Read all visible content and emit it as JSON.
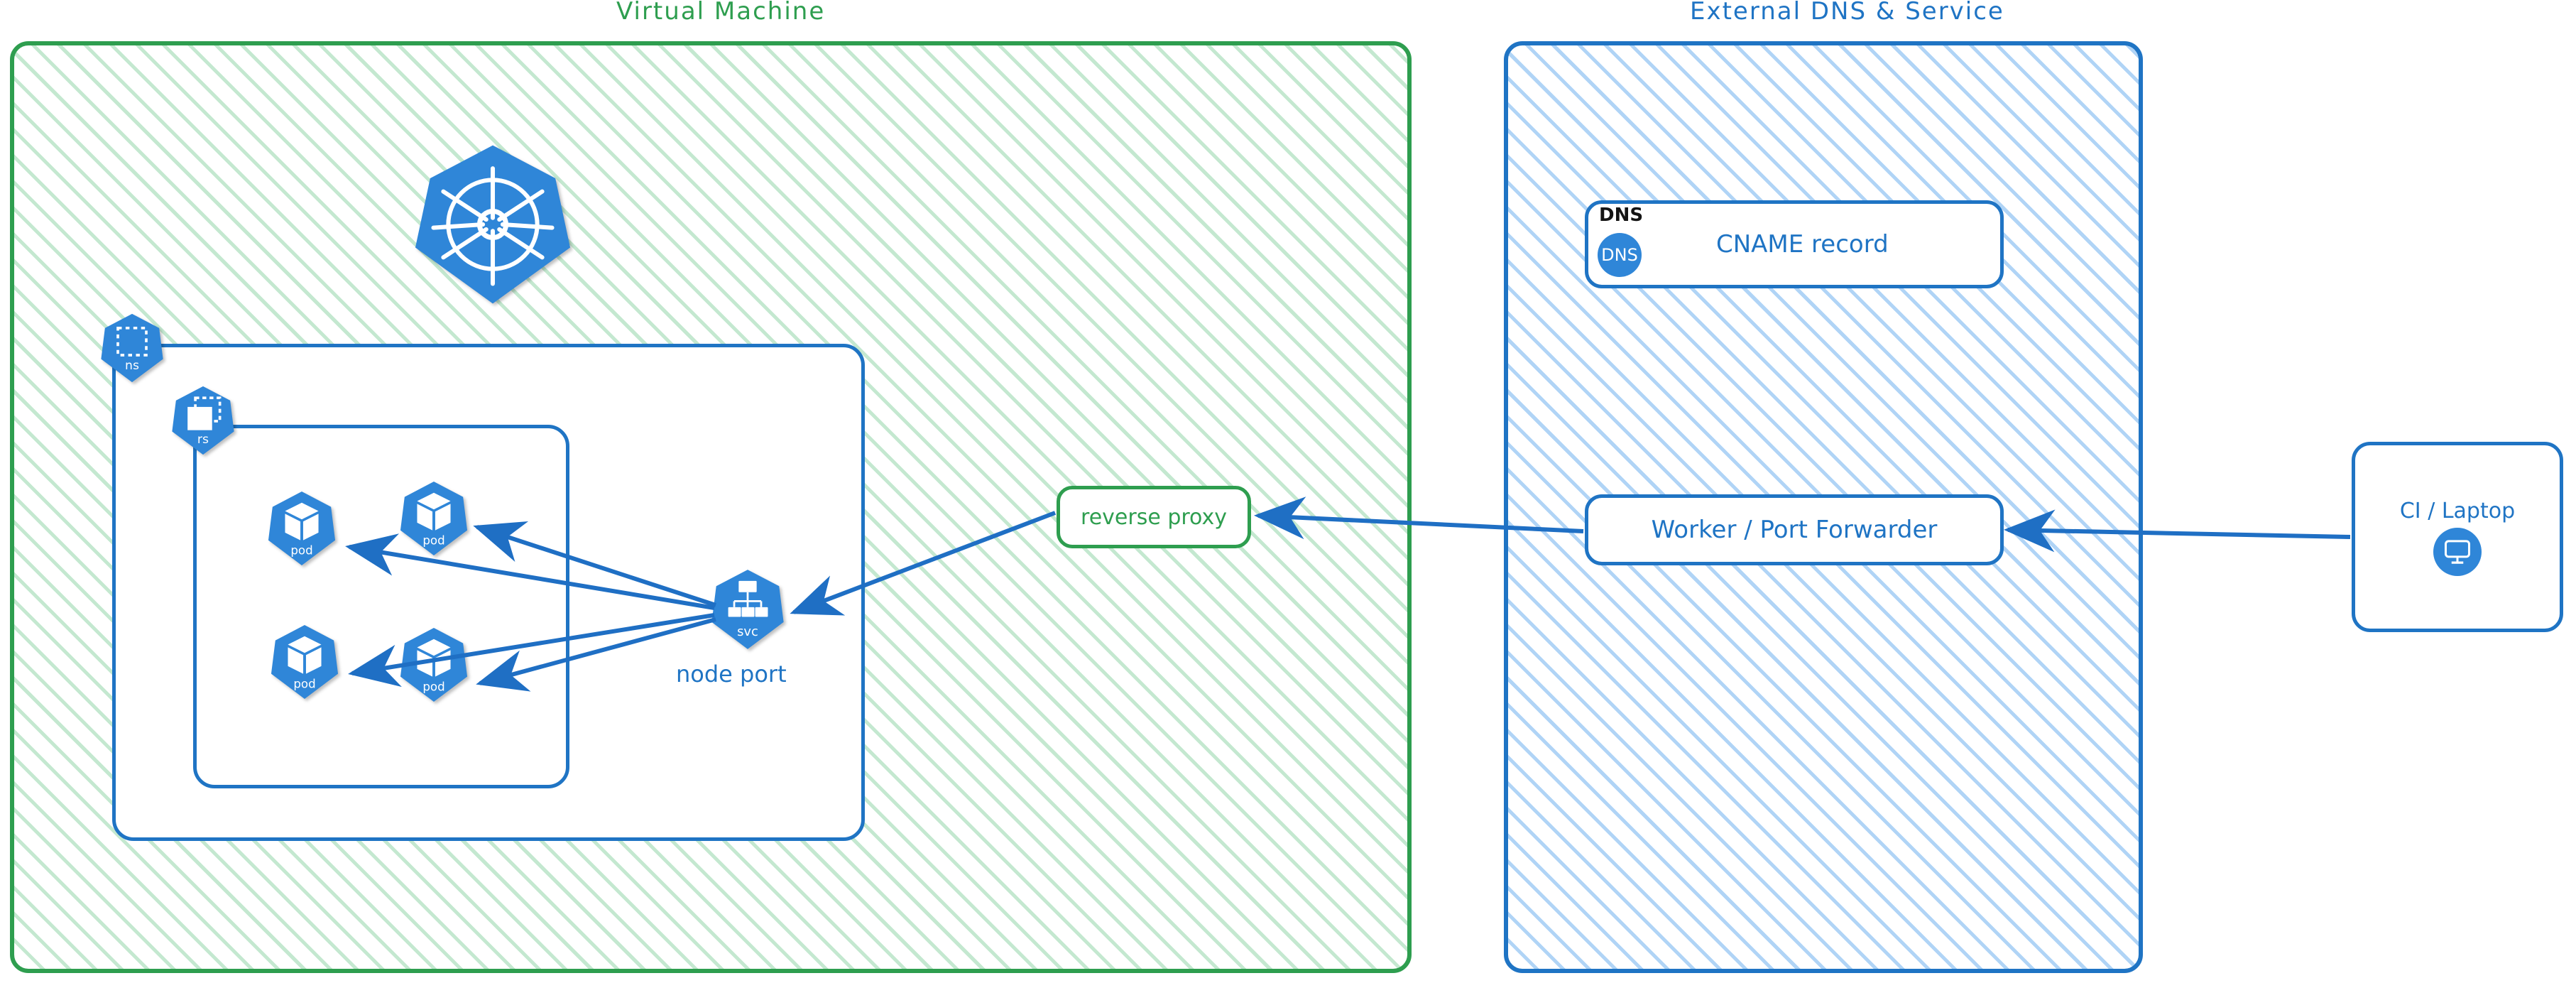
{
  "diagram": {
    "type": "architecture-diagram",
    "style": "hand-drawn excalidraw",
    "colors": {
      "green": "#2e9e4f",
      "blue": "#1f74c4",
      "k8s_blue": "#2f86d8",
      "background": "#ffffff"
    }
  },
  "panels": {
    "vm": {
      "title": "Virtual Machine",
      "accent": "#2e9e4f"
    },
    "dns": {
      "title": "External DNS & Service",
      "accent": "#1f74c4"
    }
  },
  "k8s": {
    "cluster_logo_name": "kubernetes-logo",
    "namespace": {
      "abbr": "ns",
      "icon": "namespace-icon"
    },
    "replicaset": {
      "abbr": "rs",
      "icon": "replicaset-icon"
    },
    "service": {
      "abbr": "svc",
      "icon": "service-icon",
      "caption": "node port"
    },
    "pods": [
      {
        "abbr": "pod"
      },
      {
        "abbr": "pod"
      },
      {
        "abbr": "pod"
      },
      {
        "abbr": "pod"
      }
    ]
  },
  "nodes": {
    "reverse_proxy": {
      "label": "reverse proxy"
    },
    "dns_card": {
      "kicker": "DNS",
      "badge": "DNS",
      "label": "CNAME record"
    },
    "worker": {
      "label": "Worker / Port Forwarder"
    },
    "client": {
      "label": "CI / Laptop",
      "icon": "monitor-icon"
    }
  },
  "edges": [
    {
      "from": "reverse proxy",
      "to": "svc"
    },
    {
      "from": "svc",
      "to": "pod 1"
    },
    {
      "from": "svc",
      "to": "pod 2"
    },
    {
      "from": "svc",
      "to": "pod 3"
    },
    {
      "from": "svc",
      "to": "pod 4"
    },
    {
      "from": "Worker / Port Forwarder",
      "to": "reverse proxy"
    },
    {
      "from": "CI / Laptop",
      "to": "Worker / Port Forwarder"
    }
  ]
}
